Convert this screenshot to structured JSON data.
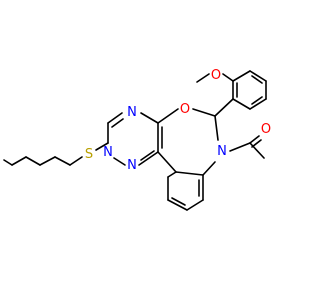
{
  "molecule": {
    "atom_labels": {
      "o_ether": "O",
      "o_ring": "O",
      "o_carbonyl": "O",
      "n_amide": "N",
      "n_triazine_top": "N",
      "n_triazine_mid": "N",
      "n_triazine_bottom": "N",
      "s_thio": "S"
    }
  },
  "colors": {
    "oxygen": "#ff0000",
    "nitrogen": "#0000ff",
    "sulfur": "#b8a000",
    "bond": "#000000"
  }
}
